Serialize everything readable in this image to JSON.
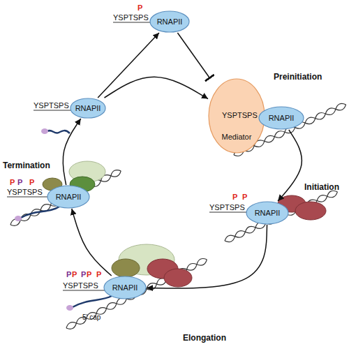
{
  "diagram": {
    "nodes": [
      {
        "text": [
          "RNAPII"
        ]
      },
      {
        "text": [
          "Mediator"
        ]
      },
      {
        "text": [
          "RNAPII"
        ]
      },
      {
        "text": [
          "RNAPII"
        ]
      },
      {
        "text": [
          "RNAPII"
        ]
      },
      {
        "text": [
          "RNAPII"
        ]
      },
      {
        "text": [
          "RNAPII"
        ]
      }
    ],
    "edges": [
      {
        "from": 6,
        "to": 0,
        "arrow": "to"
      },
      {
        "from": 0,
        "to": 1,
        "arrow": "to"
      },
      {
        "from": 6,
        "to": 1,
        "arrow": "to"
      },
      {
        "from": 2,
        "to": 3,
        "arrow": "to"
      },
      {
        "from": 3,
        "to": 4,
        "arrow": "to"
      },
      {
        "from": 4,
        "to": 5,
        "arrow": "to"
      },
      {
        "from": 5,
        "to": 6,
        "arrow": "to"
      }
    ],
    "labels": [
      "P",
      "YSPTSPS",
      "Preinitiation",
      "YSPTSPS",
      "Initiation",
      "P",
      "P",
      "YSPTSPS",
      "P",
      "P",
      "P",
      "P",
      "P",
      "YSPTSPS",
      "5' cap",
      "Elongation",
      "Termination",
      "P",
      "P",
      "P",
      "YSPTSPS",
      "YSPTSPS"
    ]
  }
}
